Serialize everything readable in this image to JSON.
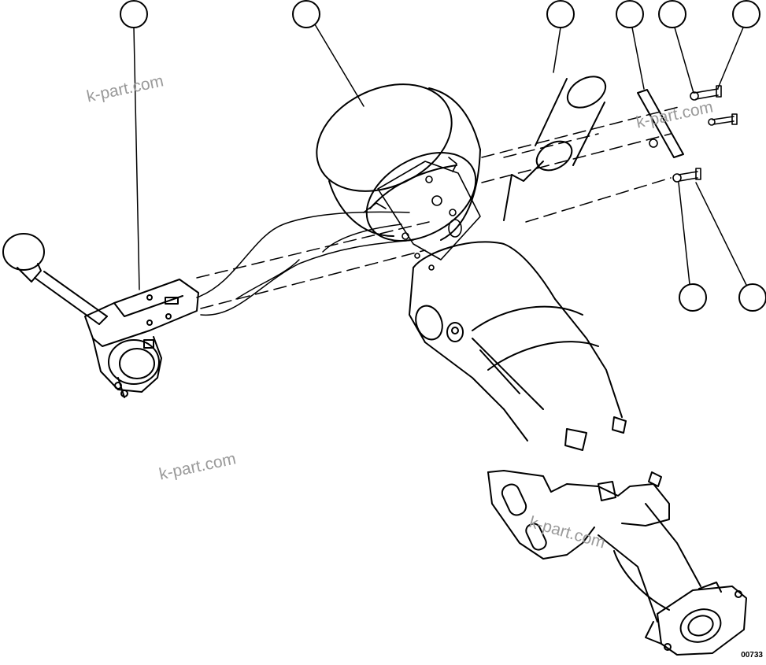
{
  "diagram": {
    "watermarks": [
      "k-part.com",
      "k-part.com",
      "k-part.com",
      "k-part.com"
    ],
    "drawing_number": "00733",
    "balloon_count": 8,
    "line_color": "#000000",
    "watermark_color": "#9a9a9a"
  }
}
